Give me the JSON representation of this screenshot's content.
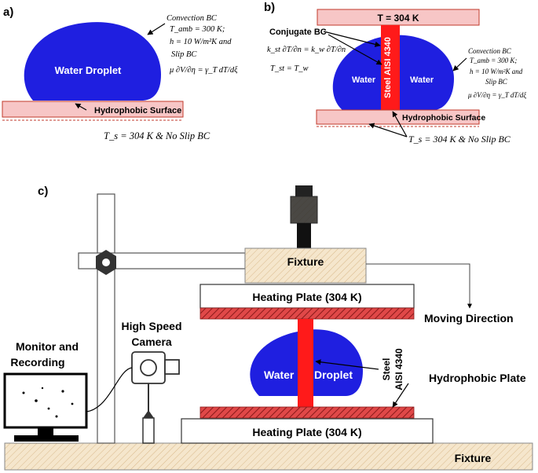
{
  "panel_a": {
    "tag": "a)",
    "droplet_label": "Water Droplet",
    "surface_label": "Hydrophobic Surface",
    "convection_lines": [
      "Convection BC",
      "T_amb = 300 K;",
      "h = 10 W/m²K  and",
      "Slip BC",
      "μ ∂V/∂η = γ_T dT/dξ"
    ],
    "bottom_bc": "T_s = 304 K & No Slip BC"
  },
  "panel_b": {
    "tag": "b)",
    "top_plate_label": "T = 304 K",
    "conjugate_lines": [
      "Conjugate BC",
      "k_st ∂T/∂n = k_w ∂T/∂n",
      "T_st = T_w"
    ],
    "water_left": "Water",
    "water_right": "Water",
    "steel_label": "Steel  AISI 4340",
    "convection_lines": [
      "Convection BC",
      "T_amb = 300 K;",
      "h = 10 W/m²K  and",
      "Slip BC",
      "μ ∂V/∂η = γ_T dT/dξ"
    ],
    "surface_label": "Hydrophobic Surface",
    "bottom_bc": "T_s = 304 K & No Slip BC"
  },
  "panel_c": {
    "tag": "c)",
    "fixture_top": "Fixture",
    "heating_top": "Heating Plate (304 K)",
    "moving_direction": "Moving Direction",
    "camera_lines": [
      "High Speed",
      "Camera"
    ],
    "monitor_lines": [
      "Monitor and",
      "Recording"
    ],
    "water_label": "Water",
    "droplet_label": "Droplet",
    "steel_lines": [
      "Steel",
      "AISI 4340"
    ],
    "hydrophobic_plate": "Hydrophobic Plate",
    "heating_bottom": "Heating Plate (304 K)",
    "fixture_bottom": "Fixture"
  },
  "colors": {
    "droplet": "#1f1fe0",
    "steel": "#ff1a1a",
    "surface_fill": "#f7c6c6",
    "fixture_fill": "#f3e3c8",
    "hatch": "#c0392b"
  }
}
